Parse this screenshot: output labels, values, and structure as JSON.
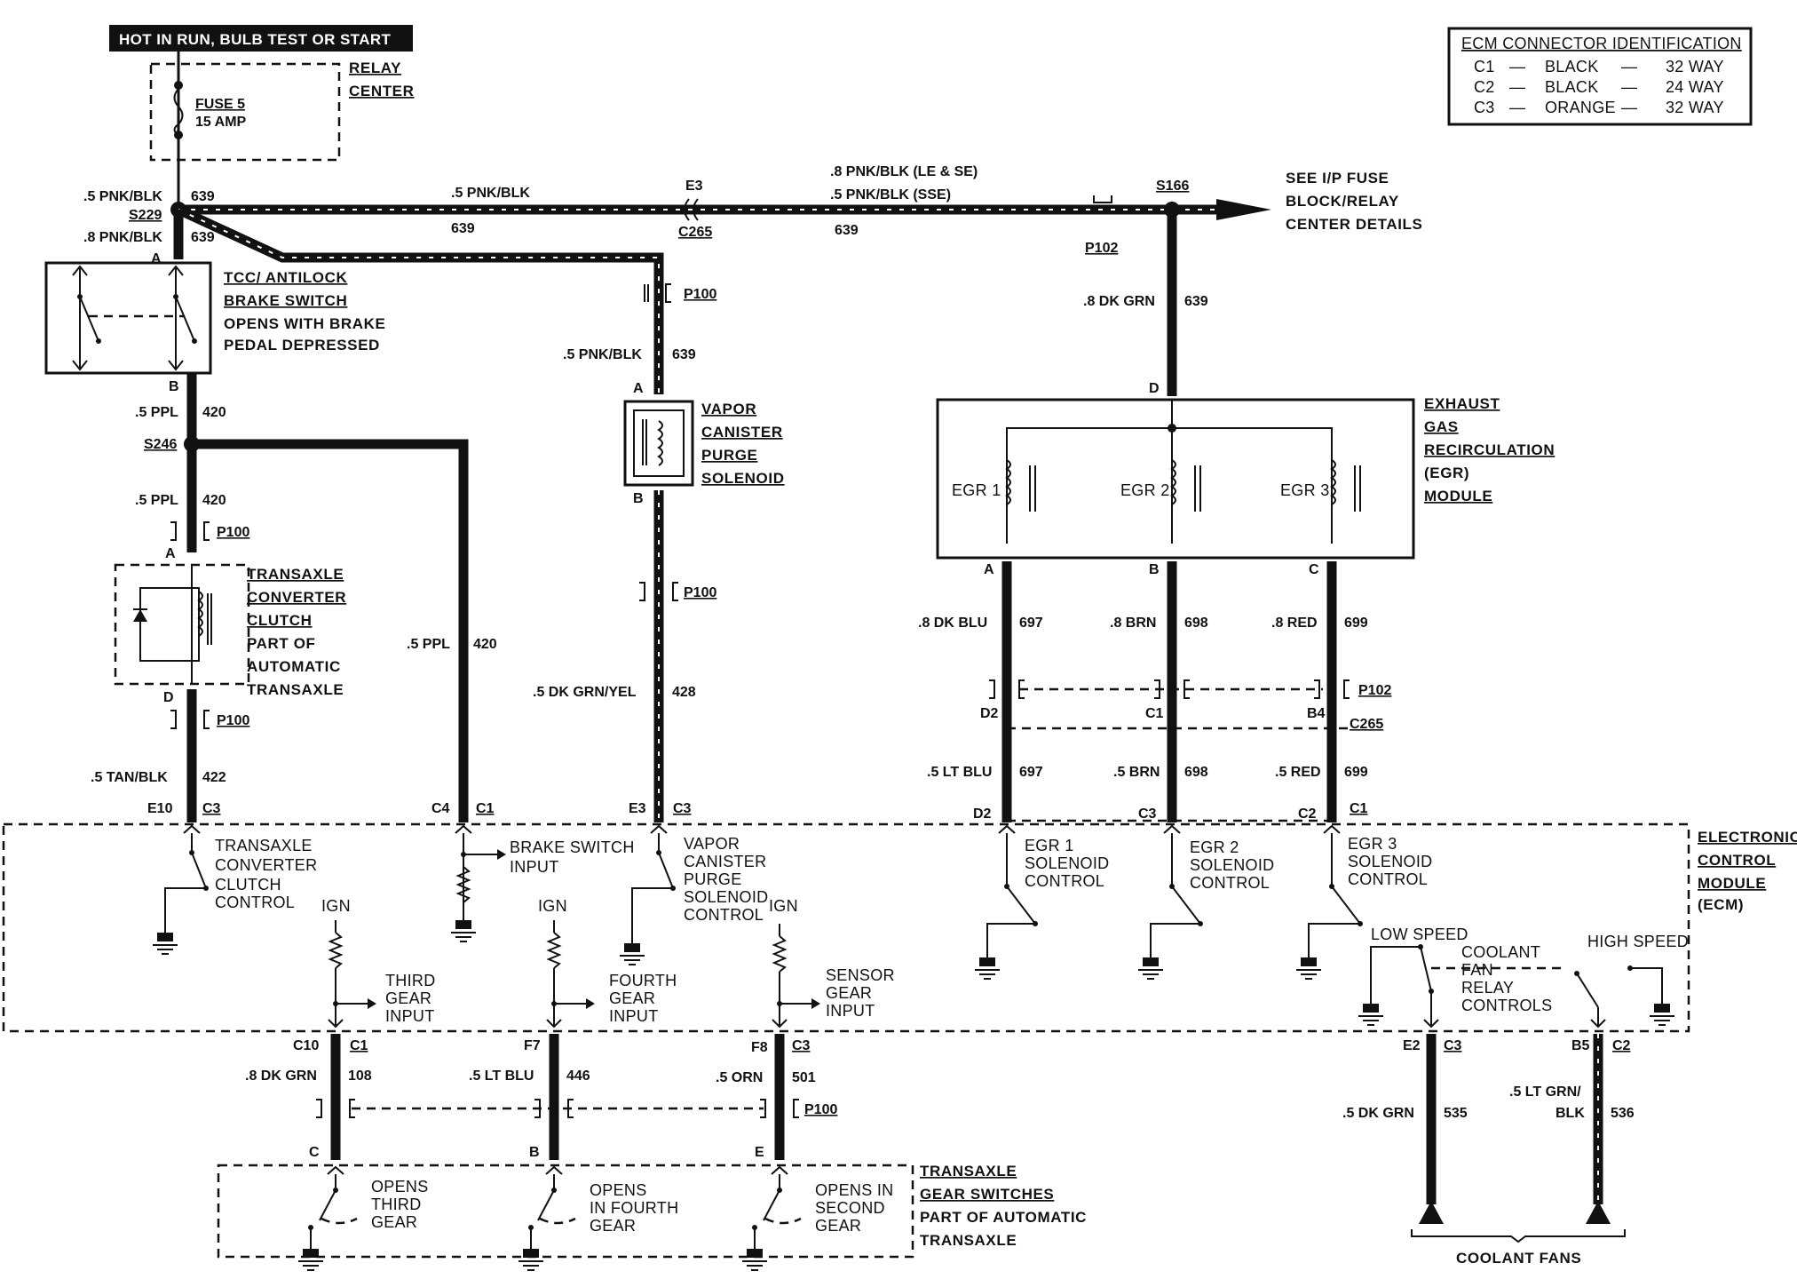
{
  "power": {
    "header": "HOT IN RUN, BULB TEST OR START"
  },
  "relay_center": {
    "fuse": "FUSE 5",
    "rating": "15 AMP",
    "title_lines": [
      "RELAY",
      "CENTER"
    ]
  },
  "ecm_connector_id": {
    "title": "ECM CONNECTOR IDENTIFICATION",
    "rows": [
      {
        "conn": "C1",
        "color": "BLACK",
        "ways": "32 WAY"
      },
      {
        "conn": "C2",
        "color": "BLACK",
        "ways": "24 WAY"
      },
      {
        "conn": "C3",
        "color": "ORANGE",
        "ways": "32 WAY"
      }
    ]
  },
  "wires": {
    "w639_top_left": ".5 PNK/BLK",
    "w639_top_left_num": "639",
    "w639_s229_down": ".8 PNK/BLK",
    "w639_s229_down_num": "639",
    "w639_mid": ".5 PNK/BLK",
    "w639_mid_num": "639",
    "w639_le_se": ".8 PNK/BLK (LE & SE)",
    "w639_sse": ".5 PNK/BLK (SSE)",
    "w639_right_num": "639",
    "w639_egr": ".8 DK GRN",
    "w639_egr_num": "639",
    "w639_vapor": ".5 PNK/BLK",
    "w639_vapor_num": "639",
    "w420_a": ".5 PPL",
    "w420_a_num": "420",
    "w420_b": ".5 PPL",
    "w420_b_num": "420",
    "w420_c": ".5 PPL",
    "w420_c_num": "420",
    "w428": ".5 DK GRN/YEL",
    "w428_num": "428",
    "w422": ".5 TAN/BLK",
    "w422_num": "422",
    "w697a": ".8 DK BLU",
    "w697a_num": "697",
    "w698a": ".8 BRN",
    "w698a_num": "698",
    "w699a": ".8 RED",
    "w699a_num": "699",
    "w697b": ".5 LT BLU",
    "w697b_num": "697",
    "w698b": ".5 BRN",
    "w698b_num": "698",
    "w699b": ".5 RED",
    "w699b_num": "699",
    "w108": ".8 DK GRN",
    "w108_num": "108",
    "w446": ".5 LT BLU",
    "w446_num": "446",
    "w501": ".5 ORN",
    "w501_num": "501",
    "w535": ".5 DK GRN",
    "w535_num": "535",
    "w536_1": ".5 LT GRN/",
    "w536_2": "BLK",
    "w536_num": "536"
  },
  "splices": {
    "s229": "S229",
    "s246": "S246",
    "s166": "S166"
  },
  "connectors": {
    "e3": "E3",
    "c265": "C265",
    "p102": "P102",
    "p100": "P100",
    "e10": "E10",
    "c3": "C3",
    "c4": "C4",
    "c1": "C1",
    "e3b": "E3",
    "d2": "D2",
    "c3b": "C3",
    "c2": "C2",
    "c10": "C10",
    "f7": "F7",
    "f8": "F8",
    "e2": "E2",
    "b5": "B5",
    "pin_a": "A",
    "pin_b": "B",
    "pin_c": "C",
    "pin_d": "D",
    "pin_e": "E",
    "b4": "B4",
    "c1b": "C1",
    "d2b": "D2",
    "c3c": "C3"
  },
  "components": {
    "tcc_switch": [
      "TCC/ ANTILOCK",
      "BRAKE SWITCH",
      "OPENS WITH BRAKE",
      "PEDAL DEPRESSED"
    ],
    "transaxle_clutch": [
      "TRANSAXLE",
      "CONVERTER",
      "CLUTCH",
      "PART OF",
      "AUTOMATIC",
      "TRANSAXLE"
    ],
    "vapor_solenoid": [
      "VAPOR",
      "CANISTER",
      "PURGE",
      "SOLENOID"
    ],
    "egr_module": [
      "EXHAUST",
      "GAS",
      "RECIRCULATION",
      "(EGR)",
      "MODULE"
    ],
    "egr_coils": [
      "EGR 1",
      "EGR 2",
      "EGR 3"
    ],
    "see_ip": [
      "SEE I/P FUSE",
      "BLOCK/RELAY",
      "CENTER DETAILS"
    ],
    "ecm": [
      "ELECTRONIC",
      "CONTROL",
      "MODULE",
      "(ECM)"
    ],
    "gear_switches": [
      "TRANSAXLE",
      "GEAR SWITCHES",
      "PART OF AUTOMATIC",
      "TRANSAXLE"
    ],
    "coolant_fans": "COOLANT FANS"
  },
  "ecm_internals": {
    "tcc_ctrl": [
      "TRANSAXLE",
      "CONVERTER",
      "CLUTCH",
      "CONTROL"
    ],
    "brake_input": [
      "BRAKE SWITCH",
      "INPUT"
    ],
    "vapor_ctrl": [
      "VAPOR",
      "CANISTER",
      "PURGE",
      "SOLENOID",
      "CONTROL"
    ],
    "egr1_ctrl": [
      "EGR 1",
      "SOLENOID",
      "CONTROL"
    ],
    "egr2_ctrl": [
      "EGR 2",
      "SOLENOID",
      "CONTROL"
    ],
    "egr3_ctrl": [
      "EGR 3",
      "SOLENOID",
      "CONTROL"
    ],
    "ign": "IGN",
    "third_input": [
      "THIRD",
      "GEAR",
      "INPUT"
    ],
    "fourth_input": [
      "FOURTH",
      "GEAR",
      "INPUT"
    ],
    "sensor_input": [
      "SENSOR",
      "GEAR",
      "INPUT"
    ],
    "low_speed": "LOW SPEED",
    "high_speed": "HIGH SPEED",
    "fan_ctrl": [
      "COOLANT",
      "FAN",
      "RELAY",
      "CONTROLS"
    ]
  },
  "gear_switch_labels": {
    "third": [
      "OPENS",
      "THIRD",
      "GEAR"
    ],
    "fourth": [
      "OPENS",
      "IN FOURTH",
      "GEAR"
    ],
    "second": [
      "OPENS IN",
      "SECOND",
      "GEAR"
    ]
  }
}
